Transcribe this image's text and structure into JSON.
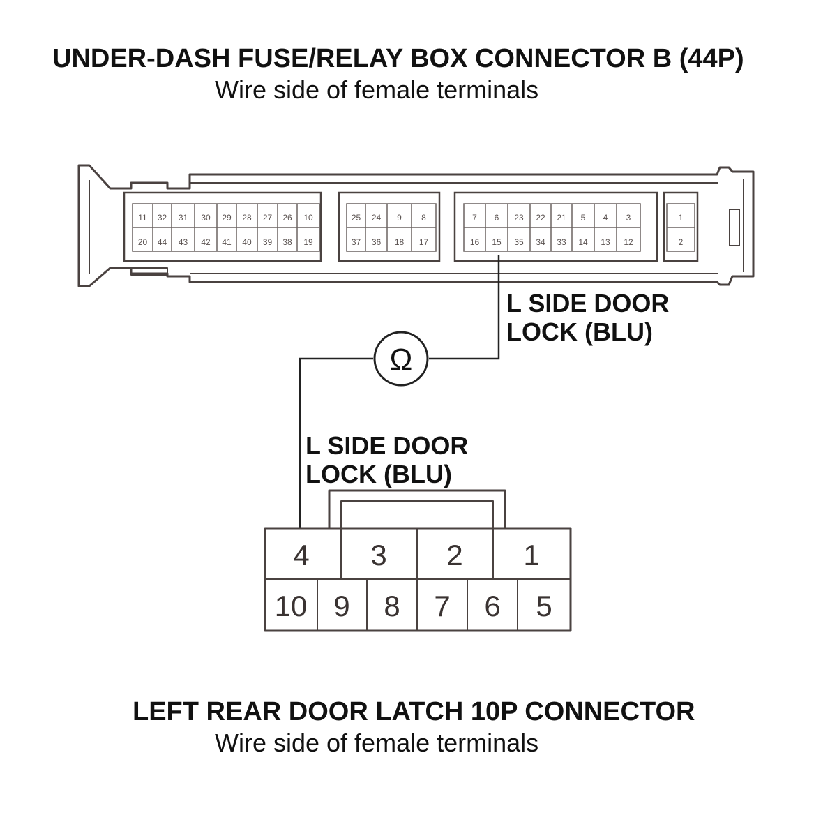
{
  "top_connector": {
    "title": "UNDER-DASH FUSE/RELAY BOX CONNECTOR B (44P)",
    "subtitle": "Wire side of female terminals",
    "groups": [
      {
        "top": [
          "11",
          "32",
          "31",
          "30",
          "29",
          "28",
          "27",
          "26",
          "10"
        ],
        "bottom": [
          "20",
          "44",
          "43",
          "42",
          "41",
          "40",
          "39",
          "38",
          "19"
        ]
      },
      {
        "top": [
          "25",
          "24",
          "9",
          "8"
        ],
        "bottom": [
          "37",
          "36",
          "18",
          "17"
        ]
      },
      {
        "top": [
          "7",
          "6",
          "23",
          "22",
          "21",
          "5",
          "4",
          "3"
        ],
        "bottom": [
          "16",
          "15",
          "35",
          "34",
          "33",
          "14",
          "13",
          "12"
        ]
      },
      {
        "top": [
          "1"
        ],
        "bottom": [
          "2"
        ]
      }
    ],
    "wire_label": {
      "line1": "L SIDE DOOR",
      "line2": "LOCK (BLU)"
    }
  },
  "meter": {
    "symbol": "Ω"
  },
  "bottom_connector": {
    "title": "LEFT REAR DOOR LATCH 10P CONNECTOR",
    "subtitle": "Wire side of female terminals",
    "top_row": [
      "4",
      "3",
      "2",
      "1"
    ],
    "bottom_row": [
      "10",
      "9",
      "8",
      "7",
      "6",
      "5"
    ],
    "wire_label": {
      "line1": "L SIDE DOOR",
      "line2": "LOCK (BLU)"
    }
  }
}
